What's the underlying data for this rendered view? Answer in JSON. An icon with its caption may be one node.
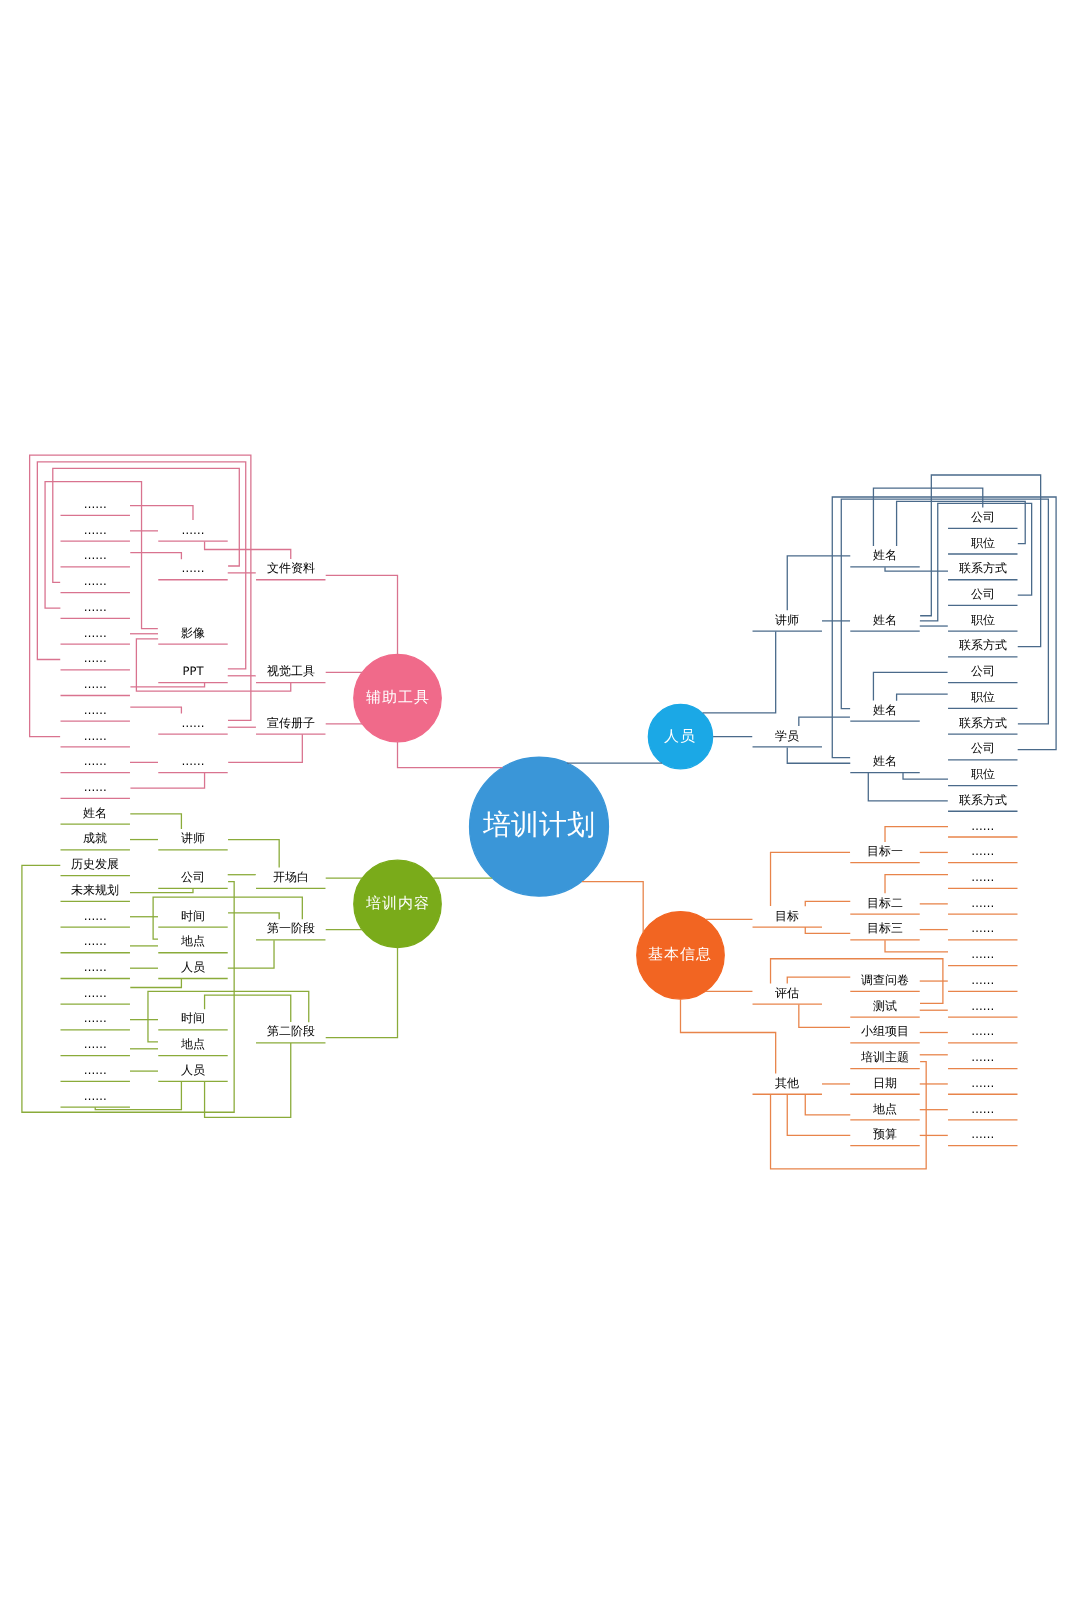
{
  "diagram": {
    "nodes": [
      {
        "text": [
          "培训计划"
        ]
      },
      {
        "text": [
          "人员"
        ]
      },
      {
        "text": [
          "讲师"
        ]
      },
      {
        "text": [
          "姓名"
        ]
      },
      {
        "text": [
          "公司"
        ]
      },
      {
        "text": [
          "职位"
        ]
      },
      {
        "text": [
          "联系方式"
        ]
      },
      {
        "text": [
          "姓名"
        ]
      },
      {
        "text": [
          "公司"
        ]
      },
      {
        "text": [
          "职位"
        ]
      },
      {
        "text": [
          "联系方式"
        ]
      },
      {
        "text": [
          "学员"
        ]
      },
      {
        "text": [
          "姓名"
        ]
      },
      {
        "text": [
          "公司"
        ]
      },
      {
        "text": [
          "职位"
        ]
      },
      {
        "text": [
          "联系方式"
        ]
      },
      {
        "text": [
          "姓名"
        ]
      },
      {
        "text": [
          "公司"
        ]
      },
      {
        "text": [
          "职位"
        ]
      },
      {
        "text": [
          "联系方式"
        ]
      },
      {
        "text": [
          "基本信息"
        ]
      },
      {
        "text": [
          "目标"
        ]
      },
      {
        "text": [
          "目标一"
        ]
      },
      {
        "text": [
          "……"
        ]
      },
      {
        "text": [
          "……"
        ]
      },
      {
        "text": [
          "目标二"
        ]
      },
      {
        "text": [
          "……"
        ]
      },
      {
        "text": [
          "……"
        ]
      },
      {
        "text": [
          "目标三"
        ]
      },
      {
        "text": [
          "……"
        ]
      },
      {
        "text": [
          "……"
        ]
      },
      {
        "text": [
          "评估"
        ]
      },
      {
        "text": [
          "调查问卷"
        ]
      },
      {
        "text": [
          "……"
        ]
      },
      {
        "text": [
          "测试"
        ]
      },
      {
        "text": [
          "……"
        ]
      },
      {
        "text": [
          "小组项目"
        ]
      },
      {
        "text": [
          "……"
        ]
      },
      {
        "text": [
          "其他"
        ]
      },
      {
        "text": [
          "培训主题"
        ]
      },
      {
        "text": [
          "……"
        ]
      },
      {
        "text": [
          "日期"
        ]
      },
      {
        "text": [
          "……"
        ]
      },
      {
        "text": [
          "地点"
        ]
      },
      {
        "text": [
          "……"
        ]
      },
      {
        "text": [
          "预算"
        ]
      },
      {
        "text": [
          "……"
        ]
      },
      {
        "text": [
          "辅助工具"
        ]
      },
      {
        "text": [
          "文件资料"
        ]
      },
      {
        "text": [
          "……"
        ]
      },
      {
        "text": [
          "……"
        ]
      },
      {
        "text": [
          "……"
        ]
      },
      {
        "text": [
          "……"
        ]
      },
      {
        "text": [
          "……"
        ]
      },
      {
        "text": [
          "……"
        ]
      },
      {
        "text": [
          "视觉工具"
        ]
      },
      {
        "text": [
          "影像"
        ]
      },
      {
        "text": [
          "……"
        ]
      },
      {
        "text": [
          "……"
        ]
      },
      {
        "text": [
          "PPT"
        ]
      },
      {
        "text": [
          "……"
        ]
      },
      {
        "text": [
          "……"
        ]
      },
      {
        "text": [
          "宣传册子"
        ]
      },
      {
        "text": [
          "……"
        ]
      },
      {
        "text": [
          "……"
        ]
      },
      {
        "text": [
          "……"
        ]
      },
      {
        "text": [
          "……"
        ]
      },
      {
        "text": [
          "……"
        ]
      },
      {
        "text": [
          "……"
        ]
      },
      {
        "text": [
          "培训内容"
        ]
      },
      {
        "text": [
          "开场白"
        ]
      },
      {
        "text": [
          "讲师"
        ]
      },
      {
        "text": [
          "姓名"
        ]
      },
      {
        "text": [
          "成就"
        ]
      },
      {
        "text": [
          "公司"
        ]
      },
      {
        "text": [
          "历史发展"
        ]
      },
      {
        "text": [
          "未来规划"
        ]
      },
      {
        "text": [
          "第一阶段"
        ]
      },
      {
        "text": [
          "时间"
        ]
      },
      {
        "text": [
          "……"
        ]
      },
      {
        "text": [
          "地点"
        ]
      },
      {
        "text": [
          "……"
        ]
      },
      {
        "text": [
          "人员"
        ]
      },
      {
        "text": [
          "……"
        ]
      },
      {
        "text": [
          "……"
        ]
      },
      {
        "text": [
          "第二阶段"
        ]
      },
      {
        "text": [
          "时间"
        ]
      },
      {
        "text": [
          "……"
        ]
      },
      {
        "text": [
          "地点"
        ]
      },
      {
        "text": [
          "……"
        ]
      },
      {
        "text": [
          "人员"
        ]
      },
      {
        "text": [
          "……"
        ]
      },
      {
        "text": [
          "……"
        ]
      }
    ],
    "edges": [
      {
        "from": 0,
        "to": 1,
        "arrow": "none",
        "color": "#4a6a8a"
      },
      {
        "from": 1,
        "to": 2,
        "arrow": "none",
        "color": "#4a6a8a"
      },
      {
        "from": 2,
        "to": 3,
        "arrow": "none",
        "color": "#4a6a8a"
      },
      {
        "from": 3,
        "to": 4,
        "arrow": "none",
        "color": "#4a6a8a"
      },
      {
        "from": 3,
        "to": 5,
        "arrow": "none",
        "color": "#4a6a8a"
      },
      {
        "from": 3,
        "to": 6,
        "arrow": "none",
        "color": "#4a6a8a"
      },
      {
        "from": 2,
        "to": 7,
        "arrow": "none",
        "color": "#4a6a8a"
      },
      {
        "from": 7,
        "to": 8,
        "arrow": "none",
        "color": "#4a6a8a"
      },
      {
        "from": 7,
        "to": 9,
        "arrow": "none",
        "color": "#4a6a8a"
      },
      {
        "from": 7,
        "to": 10,
        "arrow": "none",
        "color": "#4a6a8a"
      },
      {
        "from": 1,
        "to": 11,
        "arrow": "none",
        "color": "#4a6a8a"
      },
      {
        "from": 11,
        "to": 12,
        "arrow": "none",
        "color": "#4a6a8a"
      },
      {
        "from": 12,
        "to": 13,
        "arrow": "none",
        "color": "#4a6a8a"
      },
      {
        "from": 12,
        "to": 14,
        "arrow": "none",
        "color": "#4a6a8a"
      },
      {
        "from": 12,
        "to": 15,
        "arrow": "none",
        "color": "#4a6a8a"
      },
      {
        "from": 11,
        "to": 16,
        "arrow": "none",
        "color": "#4a6a8a"
      },
      {
        "from": 16,
        "to": 17,
        "arrow": "none",
        "color": "#4a6a8a"
      },
      {
        "from": 16,
        "to": 18,
        "arrow": "none",
        "color": "#4a6a8a"
      },
      {
        "from": 16,
        "to": 19,
        "arrow": "none",
        "color": "#4a6a8a"
      },
      {
        "from": 0,
        "to": 20,
        "arrow": "none",
        "color": "#e8844a"
      },
      {
        "from": 20,
        "to": 21,
        "arrow": "none",
        "color": "#e8844a"
      },
      {
        "from": 21,
        "to": 22,
        "arrow": "none",
        "color": "#e8844a"
      },
      {
        "from": 22,
        "to": 23,
        "arrow": "none",
        "color": "#e8844a"
      },
      {
        "from": 22,
        "to": 24,
        "arrow": "none",
        "color": "#e8844a"
      },
      {
        "from": 21,
        "to": 25,
        "arrow": "none",
        "color": "#e8844a"
      },
      {
        "from": 25,
        "to": 26,
        "arrow": "none",
        "color": "#e8844a"
      },
      {
        "from": 25,
        "to": 27,
        "arrow": "none",
        "color": "#e8844a"
      },
      {
        "from": 21,
        "to": 28,
        "arrow": "none",
        "color": "#e8844a"
      },
      {
        "from": 28,
        "to": 29,
        "arrow": "none",
        "color": "#e8844a"
      },
      {
        "from": 28,
        "to": 30,
        "arrow": "none",
        "color": "#e8844a"
      },
      {
        "from": 20,
        "to": 31,
        "arrow": "none",
        "color": "#e8844a"
      },
      {
        "from": 31,
        "to": 32,
        "arrow": "none",
        "color": "#e8844a"
      },
      {
        "from": 32,
        "to": 33,
        "arrow": "none",
        "color": "#e8844a"
      },
      {
        "from": 31,
        "to": 34,
        "arrow": "none",
        "color": "#e8844a"
      },
      {
        "from": 34,
        "to": 35,
        "arrow": "none",
        "color": "#e8844a"
      },
      {
        "from": 31,
        "to": 36,
        "arrow": "none",
        "color": "#e8844a"
      },
      {
        "from": 36,
        "to": 37,
        "arrow": "none",
        "color": "#e8844a"
      },
      {
        "from": 20,
        "to": 38,
        "arrow": "none",
        "color": "#e8844a"
      },
      {
        "from": 38,
        "to": 39,
        "arrow": "none",
        "color": "#e8844a"
      },
      {
        "from": 39,
        "to": 40,
        "arrow": "none",
        "color": "#e8844a"
      },
      {
        "from": 38,
        "to": 41,
        "arrow": "none",
        "color": "#e8844a"
      },
      {
        "from": 41,
        "to": 42,
        "arrow": "none",
        "color": "#e8844a"
      },
      {
        "from": 38,
        "to": 43,
        "arrow": "none",
        "color": "#e8844a"
      },
      {
        "from": 43,
        "to": 44,
        "arrow": "none",
        "color": "#e8844a"
      },
      {
        "from": 38,
        "to": 45,
        "arrow": "none",
        "color": "#e8844a"
      },
      {
        "from": 45,
        "to": 46,
        "arrow": "none",
        "color": "#e8844a"
      },
      {
        "from": 0,
        "to": 47,
        "arrow": "none",
        "color": "#d9738f"
      },
      {
        "from": 47,
        "to": 48,
        "arrow": "none",
        "color": "#d9738f"
      },
      {
        "from": 48,
        "to": 49,
        "arrow": "none",
        "color": "#d9738f"
      },
      {
        "from": 49,
        "to": 50,
        "arrow": "none",
        "color": "#d9738f"
      },
      {
        "from": 49,
        "to": 51,
        "arrow": "none",
        "color": "#d9738f"
      },
      {
        "from": 48,
        "to": 52,
        "arrow": "none",
        "color": "#d9738f"
      },
      {
        "from": 52,
        "to": 53,
        "arrow": "none",
        "color": "#d9738f"
      },
      {
        "from": 52,
        "to": 54,
        "arrow": "none",
        "color": "#d9738f"
      },
      {
        "from": 47,
        "to": 55,
        "arrow": "none",
        "color": "#d9738f"
      },
      {
        "from": 55,
        "to": 56,
        "arrow": "none",
        "color": "#d9738f"
      },
      {
        "from": 56,
        "to": 57,
        "arrow": "none",
        "color": "#d9738f"
      },
      {
        "from": 56,
        "to": 58,
        "arrow": "none",
        "color": "#d9738f"
      },
      {
        "from": 55,
        "to": 59,
        "arrow": "none",
        "color": "#d9738f"
      },
      {
        "from": 59,
        "to": 60,
        "arrow": "none",
        "color": "#d9738f"
      },
      {
        "from": 59,
        "to": 61,
        "arrow": "none",
        "color": "#d9738f"
      },
      {
        "from": 47,
        "to": 62,
        "arrow": "none",
        "color": "#d9738f"
      },
      {
        "from": 62,
        "to": 63,
        "arrow": "none",
        "color": "#d9738f"
      },
      {
        "from": 63,
        "to": 64,
        "arrow": "none",
        "color": "#d9738f"
      },
      {
        "from": 63,
        "to": 65,
        "arrow": "none",
        "color": "#d9738f"
      },
      {
        "from": 62,
        "to": 66,
        "arrow": "none",
        "color": "#d9738f"
      },
      {
        "from": 66,
        "to": 67,
        "arrow": "none",
        "color": "#d9738f"
      },
      {
        "from": 66,
        "to": 68,
        "arrow": "none",
        "color": "#d9738f"
      },
      {
        "from": 0,
        "to": 69,
        "arrow": "none",
        "color": "#8aab3a"
      },
      {
        "from": 69,
        "to": 70,
        "arrow": "none",
        "color": "#8aab3a"
      },
      {
        "from": 70,
        "to": 71,
        "arrow": "none",
        "color": "#8aab3a"
      },
      {
        "from": 71,
        "to": 72,
        "arrow": "none",
        "color": "#8aab3a"
      },
      {
        "from": 71,
        "to": 73,
        "arrow": "none",
        "color": "#8aab3a"
      },
      {
        "from": 70,
        "to": 74,
        "arrow": "none",
        "color": "#8aab3a"
      },
      {
        "from": 74,
        "to": 75,
        "arrow": "none",
        "color": "#8aab3a"
      },
      {
        "from": 74,
        "to": 76,
        "arrow": "none",
        "color": "#8aab3a"
      },
      {
        "from": 69,
        "to": 77,
        "arrow": "none",
        "color": "#8aab3a"
      },
      {
        "from": 77,
        "to": 78,
        "arrow": "none",
        "color": "#8aab3a"
      },
      {
        "from": 78,
        "to": 79,
        "arrow": "none",
        "color": "#8aab3a"
      },
      {
        "from": 77,
        "to": 80,
        "arrow": "none",
        "color": "#8aab3a"
      },
      {
        "from": 80,
        "to": 81,
        "arrow": "none",
        "color": "#8aab3a"
      },
      {
        "from": 77,
        "to": 82,
        "arrow": "none",
        "color": "#8aab3a"
      },
      {
        "from": 82,
        "to": 83,
        "arrow": "none",
        "color": "#8aab3a"
      },
      {
        "from": 82,
        "to": 84,
        "arrow": "none",
        "color": "#8aab3a"
      },
      {
        "from": 69,
        "to": 85,
        "arrow": "none",
        "color": "#8aab3a"
      },
      {
        "from": 85,
        "to": 86,
        "arrow": "none",
        "color": "#8aab3a"
      },
      {
        "from": 86,
        "to": 87,
        "arrow": "none",
        "color": "#8aab3a"
      },
      {
        "from": 85,
        "to": 88,
        "arrow": "none",
        "color": "#8aab3a"
      },
      {
        "from": 88,
        "to": 89,
        "arrow": "none",
        "color": "#8aab3a"
      },
      {
        "from": 85,
        "to": 90,
        "arrow": "none",
        "color": "#8aab3a"
      },
      {
        "from": 90,
        "to": 91,
        "arrow": "none",
        "color": "#8aab3a"
      },
      {
        "from": 90,
        "to": 92,
        "arrow": "none",
        "color": "#8aab3a"
      }
    ]
  }
}
